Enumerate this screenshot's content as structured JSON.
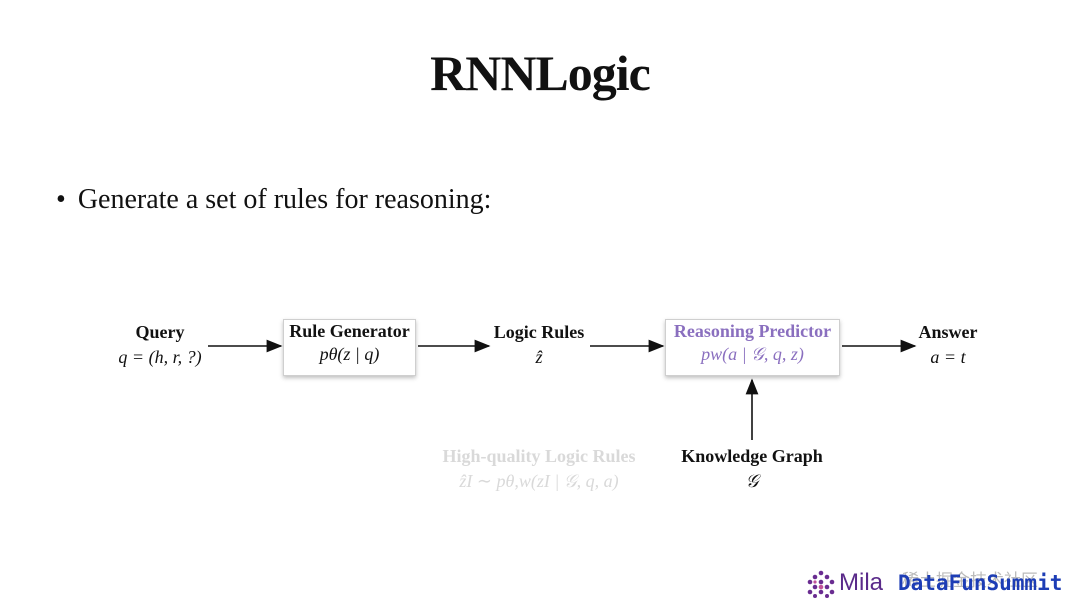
{
  "slide": {
    "title": "RNNLogic",
    "bullet": "Generate a set of rules for reasoning:"
  },
  "diagram": {
    "query": {
      "label": "Query",
      "math": "q = (h, r, ?)"
    },
    "rule_generator": {
      "label": "Rule Generator",
      "math": "pθ(z | q)"
    },
    "logic_rules": {
      "label": "Logic Rules",
      "math": "ẑ"
    },
    "reasoning_predictor": {
      "label": "Reasoning Predictor",
      "math": "pw(a | 𝒢, q, z)"
    },
    "answer": {
      "label": "Answer",
      "math": "a = t"
    },
    "knowledge_graph": {
      "label": "Knowledge Graph",
      "math": "𝒢"
    },
    "high_quality_rules": {
      "label": "High-quality Logic Rules",
      "math": "ẑI ∼ pθ,w(zI | 𝒢, q, a)"
    }
  },
  "footer": {
    "mila": "Mila",
    "watermark": "稀土掘金技术社区",
    "datafun": "DataFunSummit"
  },
  "colors": {
    "accent_purple": "#8a6fbf",
    "mila_purple": "#5a2a8a",
    "datafun_blue": "#1d3db5"
  }
}
